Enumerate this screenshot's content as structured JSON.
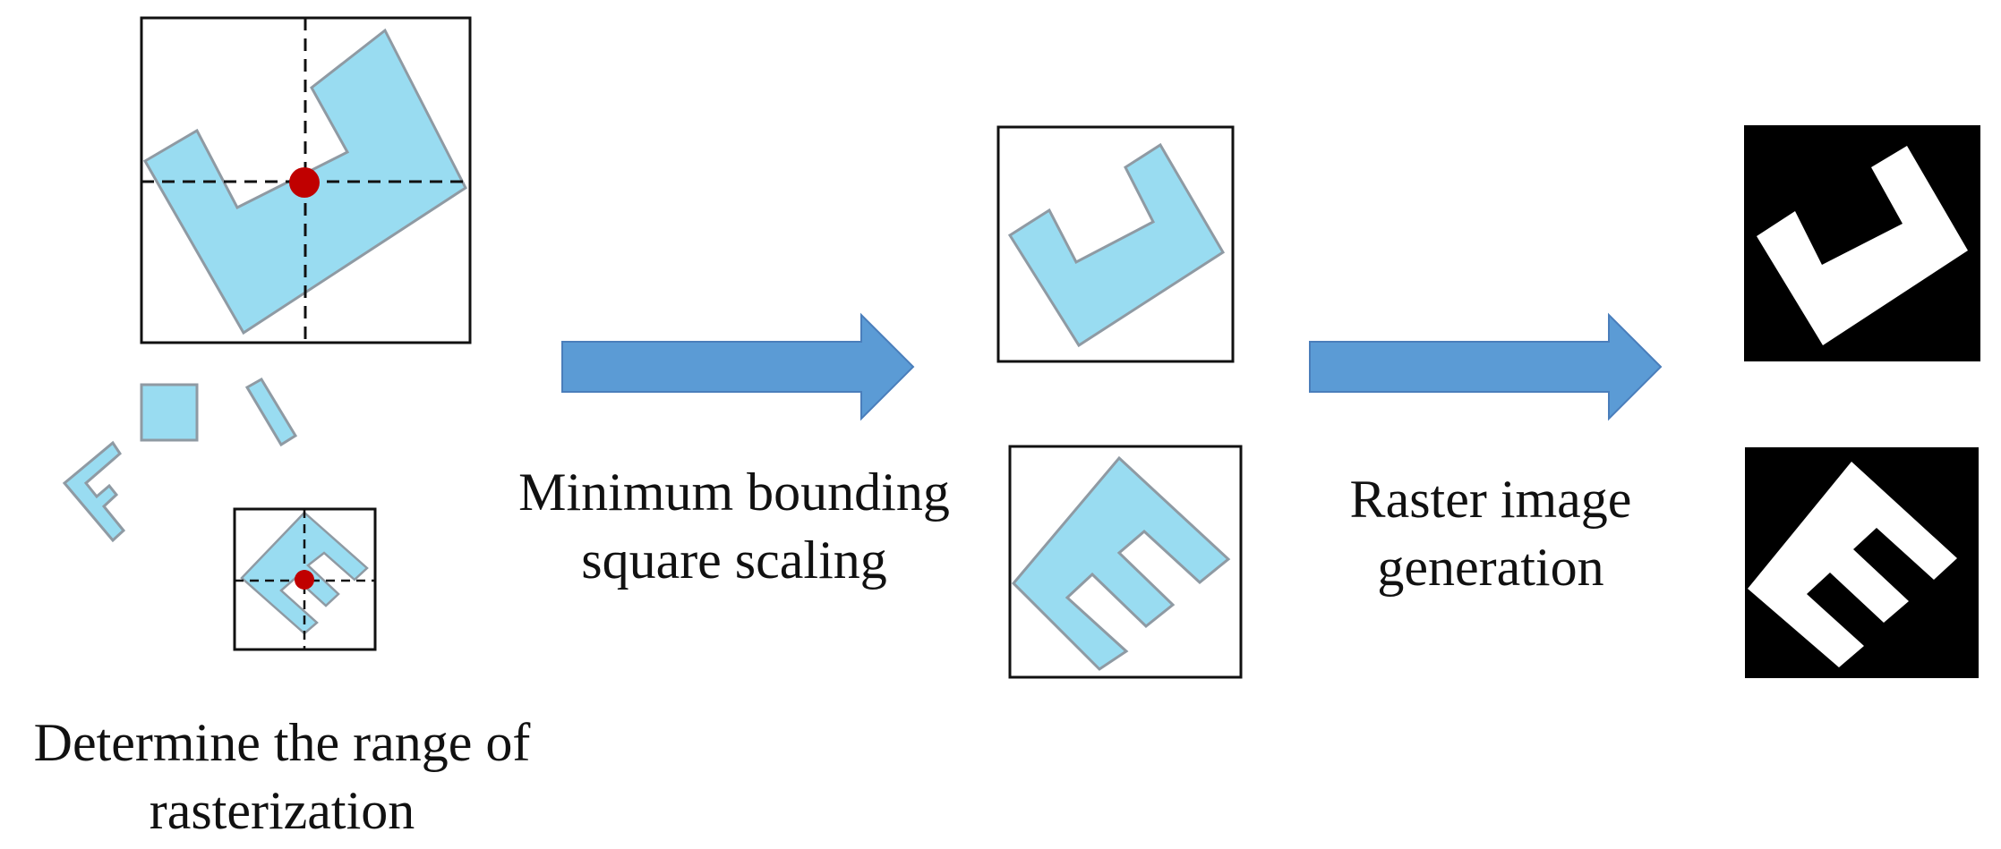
{
  "colors": {
    "shape_fill": "#99dcf1",
    "shape_stroke": "#8f9aa3",
    "frame_stroke": "#111111",
    "center_dot": "#c00000",
    "arrow_fill": "#5b9bd5",
    "raster_bg": "#000000",
    "raster_fg": "#ffffff"
  },
  "steps": [
    {
      "line1": "Determine the range of",
      "line2": "rasterization"
    },
    {
      "line1": "Minimum bounding",
      "line2": "square scaling"
    },
    {
      "line1": "Raster image",
      "line2": "generation"
    }
  ],
  "icons": [
    "right-arrow-icon",
    "right-arrow-icon"
  ]
}
